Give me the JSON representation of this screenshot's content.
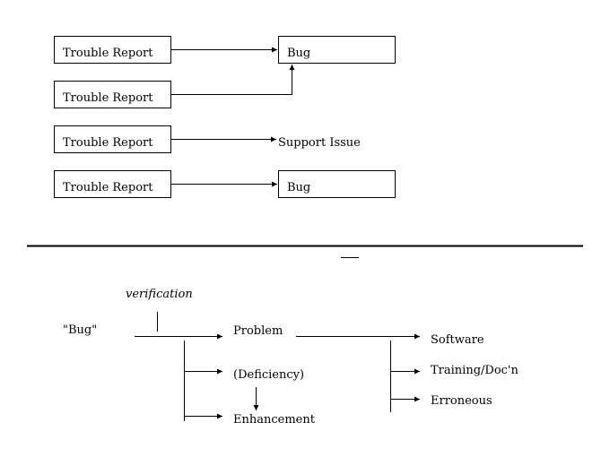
{
  "top": {
    "reports": [
      "Trouble Report",
      "Trouble Report",
      "Trouble Report",
      "Trouble Report"
    ],
    "bug_label_1": "Bug",
    "support_issue_label": "Support Issue",
    "bug_label_2": "Bug"
  },
  "bottom": {
    "verification_label": "verification",
    "source_label": "\"Bug\"",
    "problem_label": "Problem",
    "deficiency_label": "(Deficiency)",
    "enhancement_label": "Enhancement",
    "software_label": "Software",
    "training_label": "Training/Doc'n",
    "erroneous_label": "Erroneous"
  },
  "colors": {
    "ink": "#000000",
    "background": "#ffffff"
  }
}
